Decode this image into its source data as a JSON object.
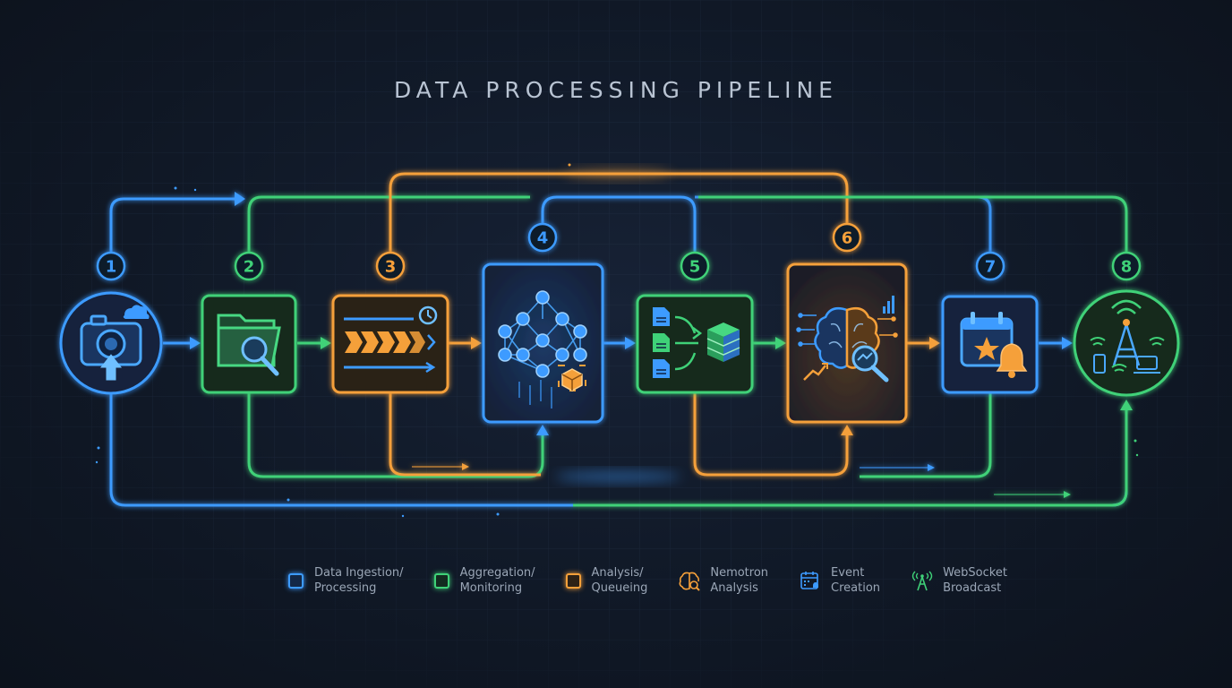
{
  "title": "DATA PROCESSING PIPELINE",
  "colors": {
    "blue": "#3d9bff",
    "green": "#3fd178",
    "orange": "#f5a03a",
    "background": "#0f1623"
  },
  "steps": [
    {
      "number": "1",
      "icon": "camera-upload-icon",
      "color": "blue"
    },
    {
      "number": "2",
      "icon": "folder-search-icon",
      "color": "green"
    },
    {
      "number": "3",
      "icon": "queue-clock-icon",
      "color": "orange"
    },
    {
      "number": "4",
      "icon": "neural-network-icon",
      "color": "blue"
    },
    {
      "number": "5",
      "icon": "documents-database-icon",
      "color": "green"
    },
    {
      "number": "6",
      "icon": "brain-analysis-icon",
      "color": "orange"
    },
    {
      "number": "7",
      "icon": "calendar-bell-icon",
      "color": "blue"
    },
    {
      "number": "8",
      "icon": "broadcast-tower-icon",
      "color": "green"
    }
  ],
  "legend": [
    {
      "label": "Data Ingestion/\nProcessing",
      "kind": "swatch",
      "color": "blue"
    },
    {
      "label": "Aggregation/\nMonitoring",
      "kind": "swatch",
      "color": "green"
    },
    {
      "label": "Analysis/\nQueueing",
      "kind": "swatch",
      "color": "orange"
    },
    {
      "label": "Nemotron\nAnalysis",
      "kind": "icon",
      "icon": "brain-icon"
    },
    {
      "label": "Event\nCreation",
      "kind": "icon",
      "icon": "calendar-icon"
    },
    {
      "label": "WebSocket\nBroadcast",
      "kind": "icon",
      "icon": "tower-icon"
    }
  ]
}
